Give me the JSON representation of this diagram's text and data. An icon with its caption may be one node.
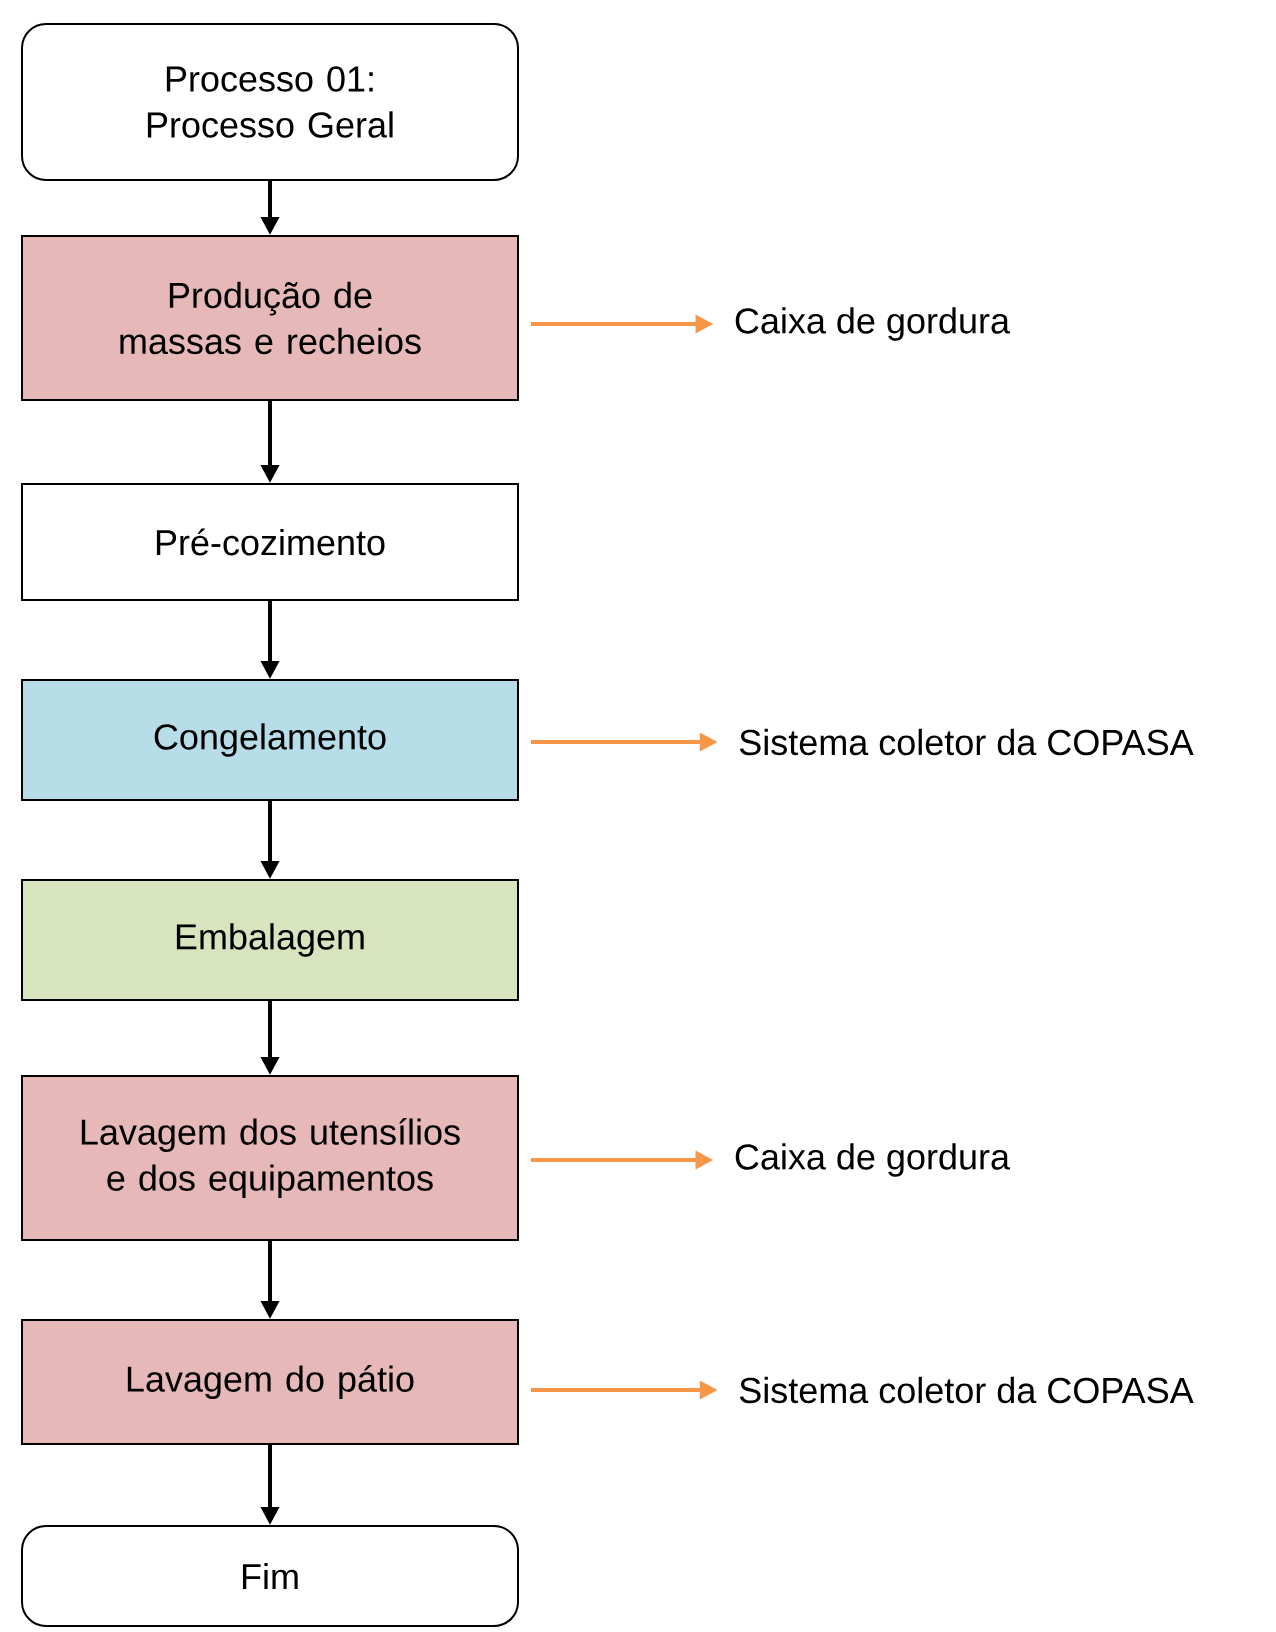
{
  "diagram": {
    "nodes": [
      {
        "text": [
          "Processo 01: Processo Geral"
        ]
      },
      {
        "text": [
          "Produção de massas e recheios"
        ]
      },
      {
        "text": [
          "Pré-cozimento"
        ]
      },
      {
        "text": [
          "Congelamento"
        ]
      },
      {
        "text": [
          "Embalagem"
        ]
      },
      {
        "text": [
          "Lavagem dos utensílios e dos equipamentos"
        ]
      },
      {
        "text": [
          "Lavagem do pátio"
        ]
      },
      {
        "text": [
          "Fim"
        ]
      },
      {
        "text": [
          "Caixa de gordura"
        ]
      },
      {
        "text": [
          "Sistema coletor da COPASA"
        ]
      },
      {
        "text": [
          "Caixa de gordura"
        ]
      },
      {
        "text": [
          "Sistema coletor da COPASA"
        ]
      }
    ],
    "edges": [
      {
        "from": 0,
        "to": 1,
        "arrow": "to"
      },
      {
        "from": 1,
        "to": 2,
        "arrow": "to"
      },
      {
        "from": 2,
        "to": 3,
        "arrow": "to"
      },
      {
        "from": 3,
        "to": 4,
        "arrow": "to"
      },
      {
        "from": 4,
        "to": 5,
        "arrow": "to"
      },
      {
        "from": 5,
        "to": 6,
        "arrow": "to"
      },
      {
        "from": 6,
        "to": 7,
        "arrow": "to"
      },
      {
        "from": 1,
        "to": 8,
        "arrow": "to",
        "color": "#f79646"
      },
      {
        "from": 3,
        "to": 9,
        "arrow": "to",
        "color": "#f79646"
      },
      {
        "from": 5,
        "to": 10,
        "arrow": "to",
        "color": "#f79646"
      },
      {
        "from": 6,
        "to": 11,
        "arrow": "to",
        "color": "#f79646"
      }
    ]
  }
}
